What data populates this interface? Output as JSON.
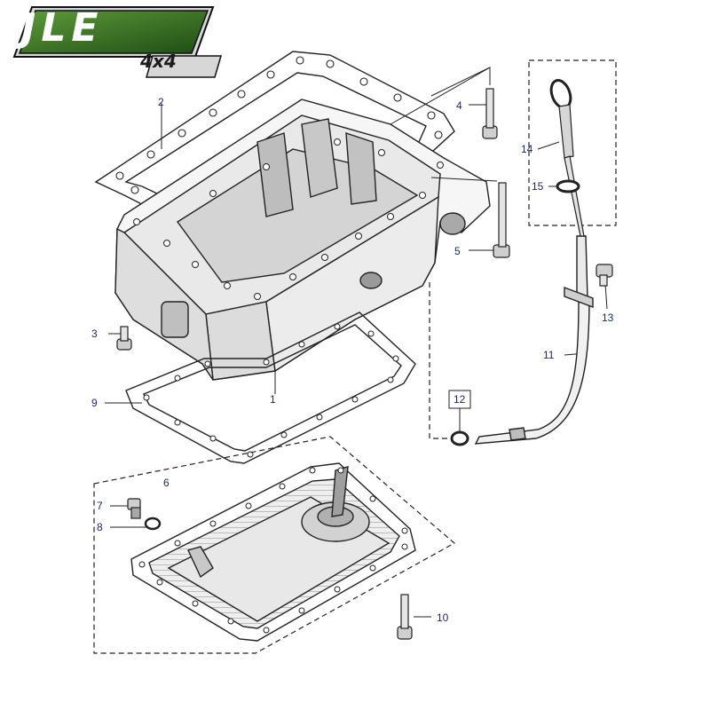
{
  "logo": {
    "main_text": "JLE",
    "sub_text": "4x4",
    "colors": {
      "green_dark": "#1e4d14",
      "green_light": "#5e9a3a",
      "silver": "#d7d7d7",
      "outline": "#111111"
    }
  },
  "callouts": [
    {
      "id": "c1",
      "label": "1"
    },
    {
      "id": "c2",
      "label": "2"
    },
    {
      "id": "c3",
      "label": "3"
    },
    {
      "id": "c4",
      "label": "4"
    },
    {
      "id": "c5",
      "label": "5"
    },
    {
      "id": "c6",
      "label": "6"
    },
    {
      "id": "c7",
      "label": "7"
    },
    {
      "id": "c8",
      "label": "8"
    },
    {
      "id": "c9",
      "label": "9"
    },
    {
      "id": "c10",
      "label": "10"
    },
    {
      "id": "c11",
      "label": "11"
    },
    {
      "id": "c12",
      "label": "12"
    },
    {
      "id": "c13",
      "label": "13"
    },
    {
      "id": "c14",
      "label": "14"
    },
    {
      "id": "c15",
      "label": "15"
    }
  ],
  "colors": {
    "line": "#222222",
    "callout_text": "#1c2a66",
    "part_fill": "#f4f4f4",
    "shade": "#c9c9c9",
    "dark_shade": "#8a8a8a"
  }
}
